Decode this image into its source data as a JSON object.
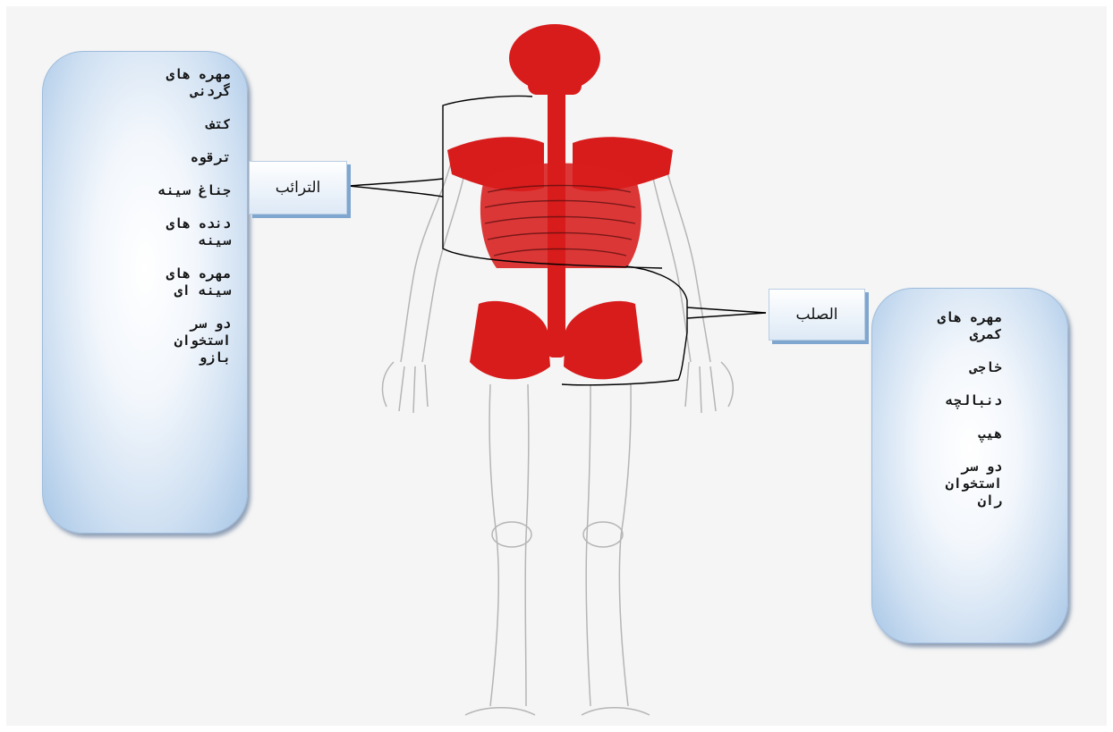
{
  "left_panel": {
    "items": [
      "مهره های\nگردنی",
      "کتف",
      "ترقوه",
      "جناغ سینه",
      "دنده های\nسینه",
      "مهره های\nسینه ای",
      "دو سر\nاستخوان\nبازو"
    ]
  },
  "left_tag": "الترائب",
  "right_tag": "الصلب",
  "right_panel": {
    "items": [
      "مهره های\nکمری",
      "خاجی",
      "دنبالچه",
      "هیپ",
      "دو سر\nاستخوان\nران"
    ]
  },
  "colors": {
    "bone_red": "#d81c1c",
    "panel_blue": "#a7c6e6",
    "line": "#000000"
  }
}
